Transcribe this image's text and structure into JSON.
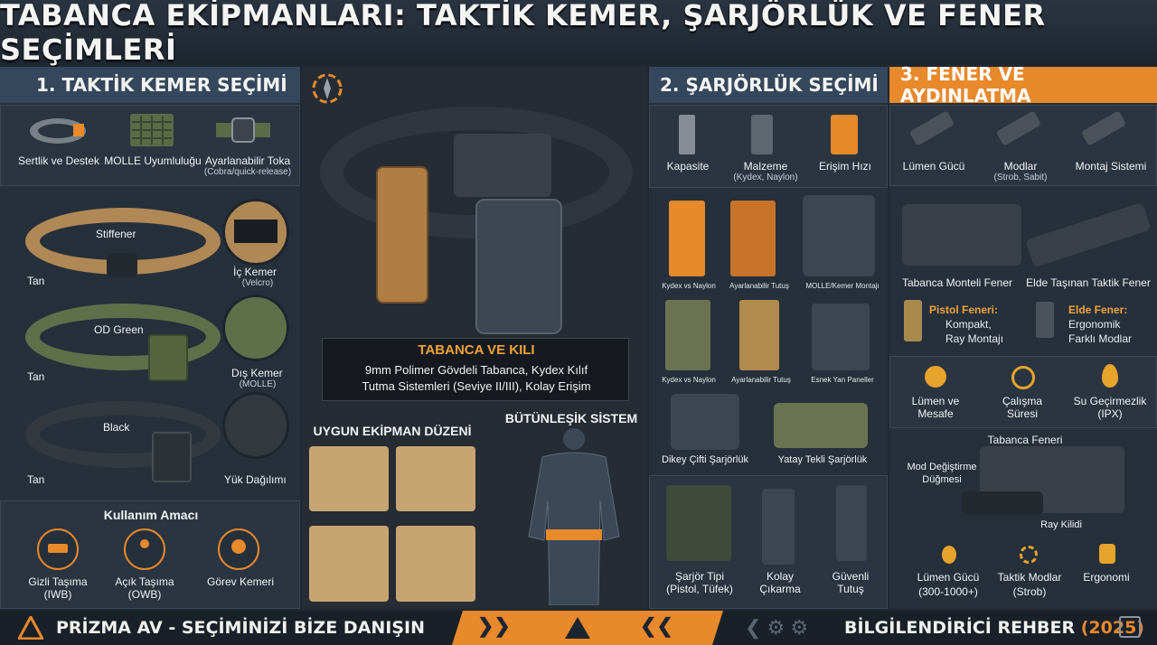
{
  "header": {
    "title": "TABANCA EKİPMANLARI: TAKTİK KEMER, ŞARJÖRLÜK VE FENER SEÇİMLERİ"
  },
  "section1": {
    "title": "1. TAKTİK KEMER SEÇİMİ",
    "features": [
      {
        "label": "Sertlik ve Destek",
        "sub": ""
      },
      {
        "label": "MOLLE Uyumluluğu",
        "sub": ""
      },
      {
        "label": "Ayarlanabilir Toka",
        "sub": "(Cobra/quick-release)"
      }
    ],
    "belts": [
      {
        "name": "Stiffener",
        "color": "Tan",
        "side": "İç Kemer",
        "side_sub": "(Velcro)"
      },
      {
        "name": "OD Green",
        "color": "Tan",
        "side": "Dış Kemer",
        "side_sub": "(MOLLE)"
      },
      {
        "name": "Black",
        "color": "Tan",
        "side": "Yük Dağılımı",
        "side_sub": ""
      }
    ],
    "purpose_title": "Kullanım Amacı",
    "purposes": [
      {
        "label": "Gizli Taşıma",
        "sub": "(IWB)"
      },
      {
        "label": "Açık Taşıma",
        "sub": "(OWB)"
      },
      {
        "label": "Görev Kemeri",
        "sub": ""
      }
    ]
  },
  "center": {
    "pistol_title": "TABANCA VE KILI",
    "pistol_desc_1": "9mm Polimer Gövdeli Tabanca, Kydex Kılıf",
    "pistol_desc_2": "Tutma Sistemleri (Seviye II/III), Kolay Erişim",
    "layout_title": "UYGUN EKİPMAN DÜZENİ",
    "system_title": "BÜTÜNLEŞİK SİSTEM"
  },
  "section2": {
    "title": "2. ŞARJÖRLÜK SEÇİMİ",
    "features": [
      {
        "label": "Kapasite",
        "sub": ""
      },
      {
        "label": "Malzeme",
        "sub": "(Kydex, Naylon)"
      },
      {
        "label": "Erişim Hızı",
        "sub": ""
      }
    ],
    "row1": [
      "Kydex vs Naylon",
      "Ayarlanabilir Tutuş",
      "MOLLE/Kemer Montajı"
    ],
    "row2": [
      "Kydex vs Naylon",
      "Ayarlanabilir Tutuş",
      "Esnek Yan Paneller"
    ],
    "row3": [
      "Dikey Çifti Şarjörlük",
      "Yatay Tekli Şarjörlük"
    ],
    "row4": [
      {
        "label": "Şarjör Tipi",
        "sub": "(Pistol, Tüfek)"
      },
      {
        "label": "Kolay",
        "sub": "Çıkarma"
      },
      {
        "label": "Güvenli",
        "sub": "Tutuş"
      }
    ]
  },
  "section3": {
    "title": "3. FENER VE AYDINLATMA",
    "features": [
      {
        "label": "Lümen Gücü",
        "sub": ""
      },
      {
        "label": "Modlar",
        "sub": "(Strob, Sabit)"
      },
      {
        "label": "Montaj Sistemi",
        "sub": ""
      }
    ],
    "types": [
      "Tabanca Monteli Fener",
      "Elde Taşınan Taktik Fener"
    ],
    "pistol_light": {
      "title": "Pistol Feneri:",
      "items": [
        "Kompakt,",
        "Ray Montajı"
      ]
    },
    "hand_light": {
      "title": "Elde Fener:",
      "items": [
        "Ergonomik",
        "Farklı Modlar"
      ]
    },
    "specs": [
      {
        "label": "Lümen ve",
        "sub": "Mesafe"
      },
      {
        "label": "Çalışma",
        "sub": "Süresi"
      },
      {
        "label": "Su Geçirmezlik",
        "sub": "(IPX)"
      }
    ],
    "diagram_title": "Tabanca Feneri",
    "diagram_mode": "Mod Değiştirme",
    "diagram_mode2": "Düğmesi",
    "diagram_rail": "Ray Kilidi",
    "bottom": [
      {
        "label": "Lümen Gücü",
        "sub": "(300-1000+)"
      },
      {
        "label": "Taktik Modlar",
        "sub": "(Strob)"
      },
      {
        "label": "Ergonomi",
        "sub": ""
      }
    ]
  },
  "footer": {
    "left": "PRİZMA AV - SEÇİMİNİZİ BİZE DANIŞIN",
    "right_main": "BİLGİLENDİRİCİ REHBER",
    "right_year": "(2025)"
  },
  "colors": {
    "accent": "#e8892b",
    "panel": "#2b3541",
    "title_blue": "#34475c"
  }
}
